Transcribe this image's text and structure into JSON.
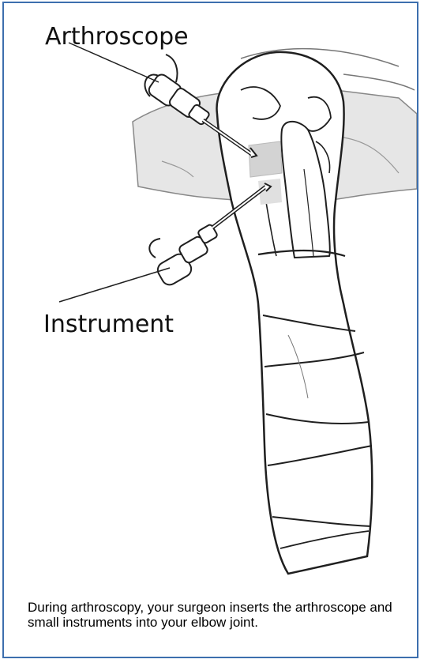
{
  "labels": {
    "arthroscope": "Arthroscope",
    "instrument": "Instrument"
  },
  "caption": "During arthroscopy, your surgeon inserts the arthroscope and small instruments into your elbow joint.",
  "colors": {
    "border": "#3d6fae",
    "table_gray": "#e6e6e6",
    "highlight_gray": "#d3d3d3",
    "skin": "#ffffff",
    "line": "#1f1f1f"
  }
}
